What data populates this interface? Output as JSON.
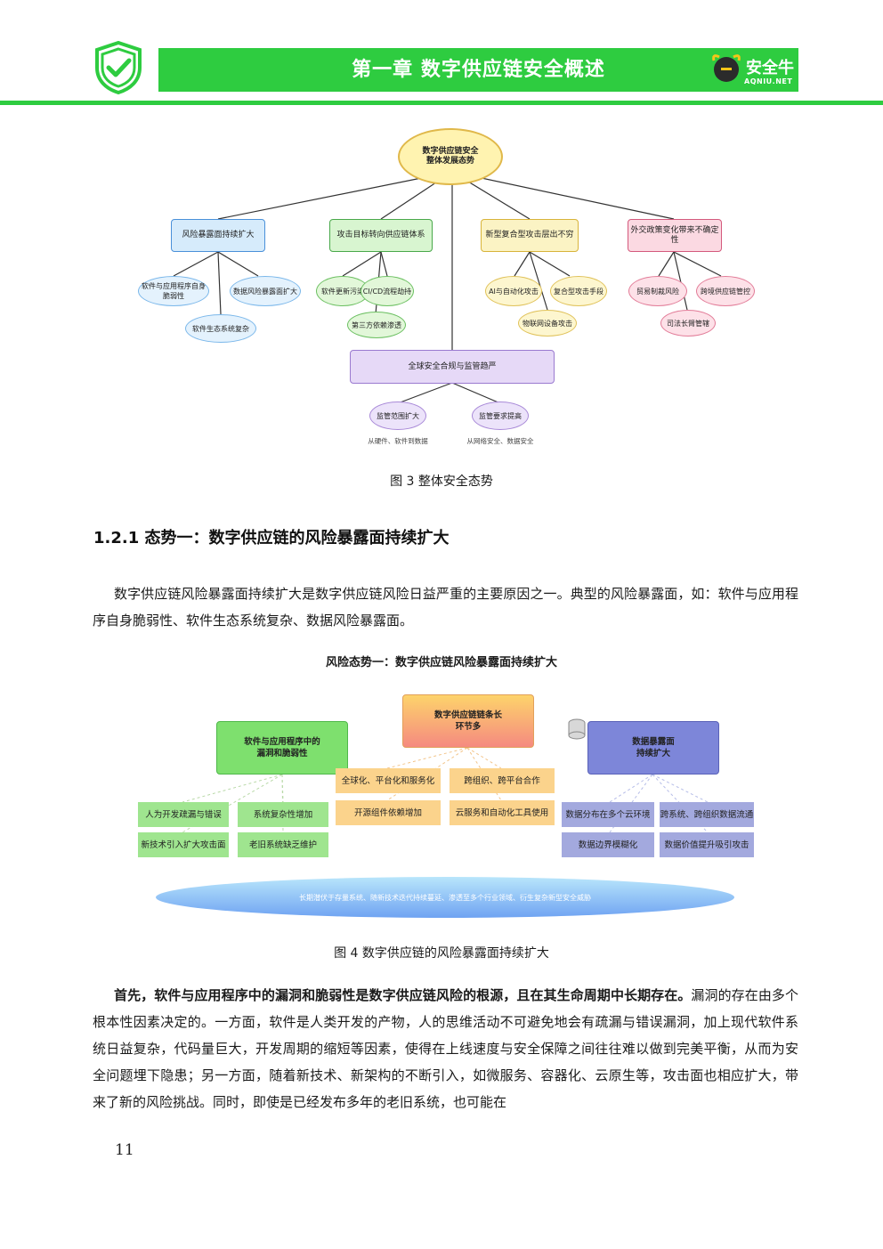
{
  "header": {
    "chapter_title": "第一章 数字供应链安全概述",
    "logo_text": "安全牛",
    "logo_sub": "AQNIU.NET",
    "accent_color": "#2ecc40",
    "shield_icon": "shield-check-icon"
  },
  "figure3": {
    "root": "数字供应链安全\n整体发展态势",
    "branches": [
      {
        "label": "风险暴露面持续扩大",
        "children": [
          "软件与应用程序自身脆弱性",
          "数据风险暴露面扩大",
          "软件生态系统复杂"
        ]
      },
      {
        "label": "攻击目标转向供应链体系",
        "children": [
          "软件更新污染",
          "CI/CD流程劫持",
          "第三方依赖渗透"
        ]
      },
      {
        "label": "新型复合型攻击层出不穷",
        "children": [
          "AI与自动化攻击",
          "复合型攻击手段",
          "物联网设备攻击"
        ]
      },
      {
        "label": "外交政策变化带来不确定性",
        "children": [
          "贸易制裁风险",
          "跨境供应链管控",
          "司法长臂管辖"
        ]
      }
    ],
    "bottom": {
      "label": "全球安全合规与监管趋严",
      "children": [
        "监管范围扩大",
        "监管要求提高"
      ],
      "notes": [
        "从硬件、软件到数据",
        "从网络安全、数据安全"
      ]
    },
    "caption": "图 3 整体安全态势"
  },
  "section_heading": "1.2.1 态势一：数字供应链的风险暴露面持续扩大",
  "paragraph1": "数字供应链风险暴露面持续扩大是数字供应链风险日益严重的主要原因之一。典型的风险暴露面，如：软件与应用程序自身脆弱性、软件生态系统复杂、数据风险暴露面。",
  "figure4": {
    "title": "风险态势一：数字供应链风险暴露面持续扩大",
    "left_head": "软件与应用程序中的\n漏洞和脆弱性",
    "center_head": "数字供应链链条长\n环节多",
    "right_head": "数据暴露面\n持续扩大",
    "left_items": [
      "人为开发疏漏与错误",
      "系统复杂性增加",
      "新技术引入扩大攻击面",
      "老旧系统缺乏维护"
    ],
    "center_items": [
      "全球化、平台化和服务化",
      "跨组织、跨平台合作",
      "开源组件依赖增加",
      "云服务和自动化工具使用"
    ],
    "right_items": [
      "数据分布在多个云环境",
      "跨系统、跨组织数据流通",
      "数据边界模糊化",
      "数据价值提升吸引攻击"
    ],
    "base": "长期潜伏于存量系统、随新技术迭代持续蔓延、渗透至多个行业领域、衍生复杂新型安全威胁",
    "caption": "图 4 数字供应链的风险暴露面持续扩大"
  },
  "paragraph2_bold": "首先，软件与应用程序中的漏洞和脆弱性是数字供应链风险的根源，且在其生命周期中长期存在。",
  "paragraph2_rest": "漏洞的存在由多个根本性因素决定的。一方面，软件是人类开发的产物，人的思维活动不可避免地会有疏漏与错误漏洞，加上现代软件系统日益复杂，代码量巨大，开发周期的缩短等因素，使得在上线速度与安全保障之间往往难以做到完美平衡，从而为安全问题埋下隐患；另一方面，随着新技术、新架构的不断引入，如微服务、容器化、云原生等，攻击面也相应扩大，带来了新的风险挑战。同时，即使是已经发布多年的老旧系统，也可能在",
  "page_number": "11"
}
